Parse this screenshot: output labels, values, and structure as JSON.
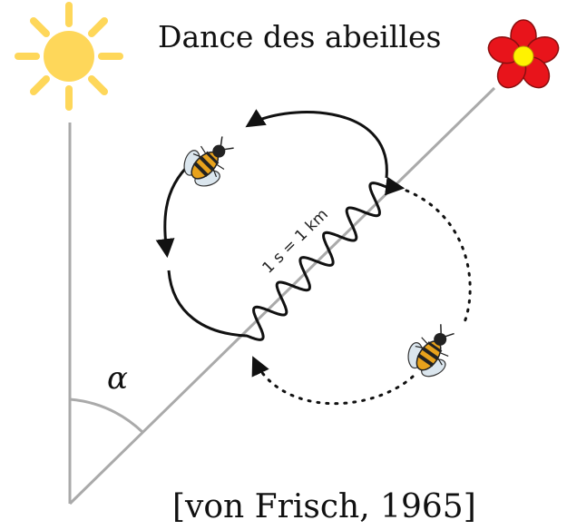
{
  "title": "Dance des abeilles",
  "citation": "[von Frisch, 1965]",
  "angle_symbol": "α",
  "waggle_label": "1 s = 1 km",
  "icons": {
    "sun": "sun-icon",
    "flower": "flower-icon",
    "bee": "bee-icon"
  },
  "colors": {
    "sun": "#fed75a",
    "flower_petal": "#e8141b",
    "flower_center": "#fff200",
    "axis_line": "#aaaaaa",
    "dance_path": "#111111",
    "bee_stripe": "#e8a21c"
  }
}
